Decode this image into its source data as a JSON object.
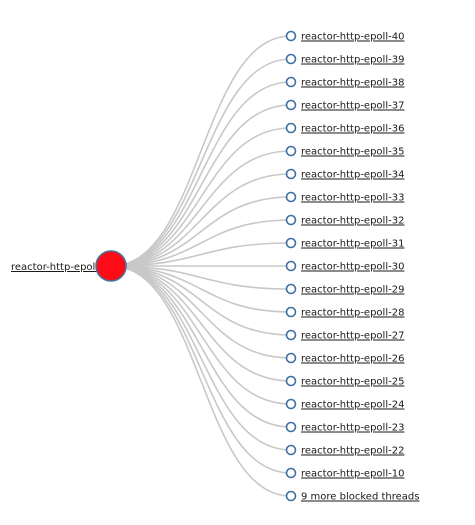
{
  "root": {
    "label": "reactor-http-epoll-12",
    "fill_color": "#ff0a17",
    "stroke_color": "#4b6f98"
  },
  "children": [
    {
      "label": "reactor-http-epoll-40"
    },
    {
      "label": "reactor-http-epoll-39"
    },
    {
      "label": "reactor-http-epoll-38"
    },
    {
      "label": "reactor-http-epoll-37"
    },
    {
      "label": "reactor-http-epoll-36"
    },
    {
      "label": "reactor-http-epoll-35"
    },
    {
      "label": "reactor-http-epoll-34"
    },
    {
      "label": "reactor-http-epoll-33"
    },
    {
      "label": "reactor-http-epoll-32"
    },
    {
      "label": "reactor-http-epoll-31"
    },
    {
      "label": "reactor-http-epoll-30"
    },
    {
      "label": "reactor-http-epoll-29"
    },
    {
      "label": "reactor-http-epoll-28"
    },
    {
      "label": "reactor-http-epoll-27"
    },
    {
      "label": "reactor-http-epoll-26"
    },
    {
      "label": "reactor-http-epoll-25"
    },
    {
      "label": "reactor-http-epoll-24"
    },
    {
      "label": "reactor-http-epoll-23"
    },
    {
      "label": "reactor-http-epoll-22"
    },
    {
      "label": "reactor-http-epoll-10"
    },
    {
      "label": "9 more blocked threads"
    }
  ],
  "colors": {
    "link": "#c8c8c8",
    "child_stroke": "#3f6fa3",
    "label_text": "#1a1a1a"
  }
}
